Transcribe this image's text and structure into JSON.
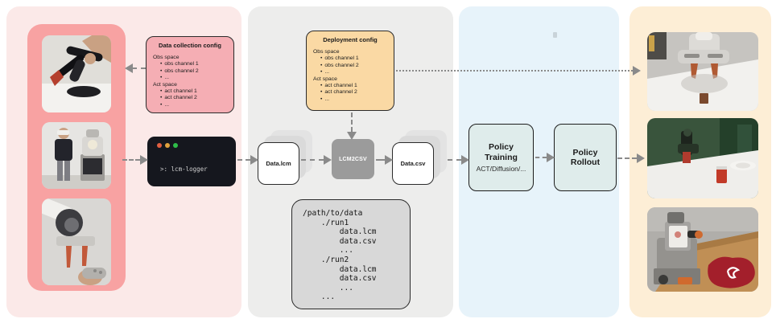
{
  "colors": {
    "panel_pink": "#fbe9e8",
    "panel_gray": "#ededec",
    "panel_blue": "#e7f3fa",
    "panel_orange": "#fdeed6",
    "photo_strip_red": "#f8a2a2",
    "collection_card_bg": "#f5aeb4",
    "deployment_card_bg": "#fad9a4",
    "terminal_bg": "#15171e",
    "converter_bg": "#9b9b9b",
    "listing_bg": "#d8d8d8",
    "policy_box_bg": "#dfeceb",
    "arrow_gray": "#8a8a8a"
  },
  "collection_config": {
    "title": "Data collection config",
    "obs_header": "Obs space",
    "obs_items": [
      "obs channel 1",
      "obs channel 2",
      "..."
    ],
    "act_header": "Act space",
    "act_items": [
      "act channel 1",
      "act channel 2",
      "..."
    ]
  },
  "deployment_config": {
    "title": "Deployment config",
    "obs_header": "Obs space",
    "obs_items": [
      "obs channel 1",
      "obs channel 2",
      "..."
    ],
    "act_header": "Act space",
    "act_items": [
      "act channel 1",
      "act channel 2",
      "..."
    ]
  },
  "terminal": {
    "prompt": ">: lcm-logger"
  },
  "pipeline": {
    "lcm_file": "Data.lcm",
    "converter": "LCM2CSV",
    "csv_file": "Data.csv"
  },
  "listing": {
    "lines": [
      "/path/to/data",
      "    ./run1",
      "        data.lcm",
      "        data.csv",
      "        ...",
      "    ./run2",
      "        data.lcm",
      "        data.csv",
      "        ...",
      "    ..."
    ]
  },
  "policy_training": {
    "title": "Policy Training",
    "subtitle": "ACT/Diffusion/..."
  },
  "policy_rollout": {
    "title": "Policy Rollout"
  },
  "photos": {
    "left": [
      "hand-guided robot arm demonstration",
      "vr teleoperation with humanoid robot",
      "gripper teleoperated with gamepad"
    ],
    "right": [
      "gripper reaching for block",
      "robot arm with can and plate",
      "humanoid robot folding red cloth"
    ]
  }
}
